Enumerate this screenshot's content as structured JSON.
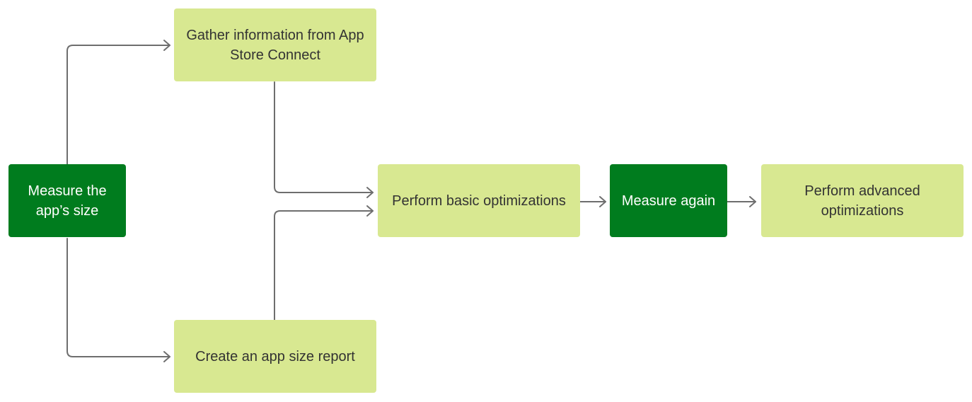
{
  "diagram": {
    "colors": {
      "light_box": "#d8e891",
      "dark_box": "#007c1e",
      "connector": "#6e6e6e",
      "light_text": "#333333",
      "dark_text": "#ffffff"
    },
    "nodes": {
      "measure_size": {
        "text": "Measure the app’s size",
        "style": "dark"
      },
      "gather_info": {
        "text": "Gather information from App Store Connect",
        "style": "light"
      },
      "create_report": {
        "text": "Create an app size report",
        "style": "light"
      },
      "basic_opt": {
        "text": "Perform basic optimizations",
        "style": "light"
      },
      "measure_again": {
        "text": "Measure again",
        "style": "dark"
      },
      "advanced_opt": {
        "text": "Perform advanced optimizations",
        "style": "light"
      }
    },
    "edges": [
      {
        "from": "measure_size",
        "to": "gather_info"
      },
      {
        "from": "measure_size",
        "to": "create_report"
      },
      {
        "from": "gather_info",
        "to": "basic_opt"
      },
      {
        "from": "create_report",
        "to": "basic_opt"
      },
      {
        "from": "basic_opt",
        "to": "measure_again"
      },
      {
        "from": "measure_again",
        "to": "advanced_opt"
      }
    ]
  }
}
